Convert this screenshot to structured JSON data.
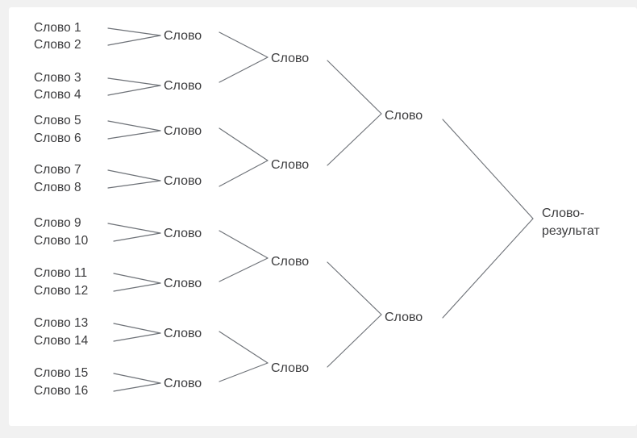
{
  "diagram": {
    "title": "Word tournament bracket",
    "type": "binary-merge-tree",
    "orientation": "left-to-right",
    "rounds": 5,
    "line_color": "#6e7278",
    "text_color": "#3c3c3e",
    "background_color": "#ffffff",
    "page_background_color": "#f1f1f1"
  },
  "leaves": [
    {
      "label": "Слово 1"
    },
    {
      "label": "Слово 2"
    },
    {
      "label": "Слово 3"
    },
    {
      "label": "Слово 4"
    },
    {
      "label": "Слово 5"
    },
    {
      "label": "Слово 6"
    },
    {
      "label": "Слово 7"
    },
    {
      "label": "Слово 8"
    },
    {
      "label": "Слово 9"
    },
    {
      "label": "Слово 10"
    },
    {
      "label": "Слово 11"
    },
    {
      "label": "Слово 12"
    },
    {
      "label": "Слово 13"
    },
    {
      "label": "Слово 14"
    },
    {
      "label": "Слово 15"
    },
    {
      "label": "Слово 16"
    }
  ],
  "round2": [
    {
      "label": "Слово"
    },
    {
      "label": "Слово"
    },
    {
      "label": "Слово"
    },
    {
      "label": "Слово"
    },
    {
      "label": "Слово"
    },
    {
      "label": "Слово"
    },
    {
      "label": "Слово"
    },
    {
      "label": "Слово"
    }
  ],
  "round3": [
    {
      "label": "Слово"
    },
    {
      "label": "Слово"
    },
    {
      "label": "Слово"
    },
    {
      "label": "Слово"
    }
  ],
  "round4": [
    {
      "label": "Слово"
    },
    {
      "label": "Слово"
    }
  ],
  "final": {
    "line1": "Слово-",
    "line2": "результат"
  }
}
